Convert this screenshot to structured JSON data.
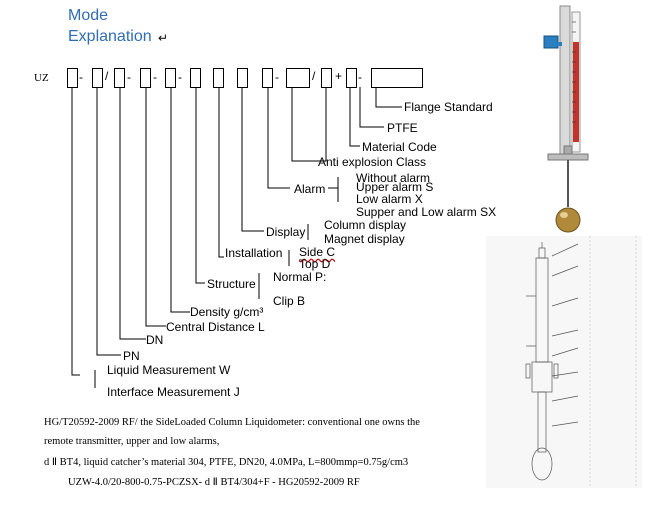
{
  "heading": {
    "line1": "Mode",
    "line2": "Explanation"
  },
  "code_prefix": "UZ",
  "labels": {
    "flange_standard": "Flange Standard",
    "ptfe": "PTFE",
    "material_code": "Material Code",
    "anti_explosion": "Anti explosion  Class",
    "alarm": "Alarm",
    "without_alarm": "Without alarm",
    "upper_alarm": "Upper alarm S",
    "low_alarm": "Low alarm X",
    "supper_low_alarm": "Supper and Low alarm SX",
    "display": "Display",
    "column_display": "Column display",
    "magnet_display": "Magnet display",
    "installation": "Installation",
    "side_c": "Side  C",
    "top_d": "Top D",
    "structure": "Structure",
    "normal_p": "Normal  P:",
    "clip_b": "Clip B",
    "density": "Density g/cm³",
    "central_distance": "Central Distance L",
    "dn": "DN",
    "pn": "PN",
    "liquid_measurement": "Liquid Measurement  W",
    "interface_measurement": "Interface Measurement  J"
  },
  "notes": {
    "line1": "HG/T20592-2009 RF/ the SideLoaded Column Liquidometer:  conventional one owns the",
    "line2": "remote transmitter, upper and low alarms,",
    "line3": "d Ⅱ BT4, liquid catcher’s material 304, PTFE, DN20, 4.0MPa, L=800mmρ=0.75g/cm3",
    "example": "UZW-4.0/20-800-0.75-PCZSX- d Ⅱ BT4/304+F - HG20592-2009 RF"
  },
  "colors": {
    "heading": "#2f6db5",
    "scale_red": "#c0342b",
    "junction_blue": "#2a7fc0",
    "float_gold": "#b08a3a"
  }
}
